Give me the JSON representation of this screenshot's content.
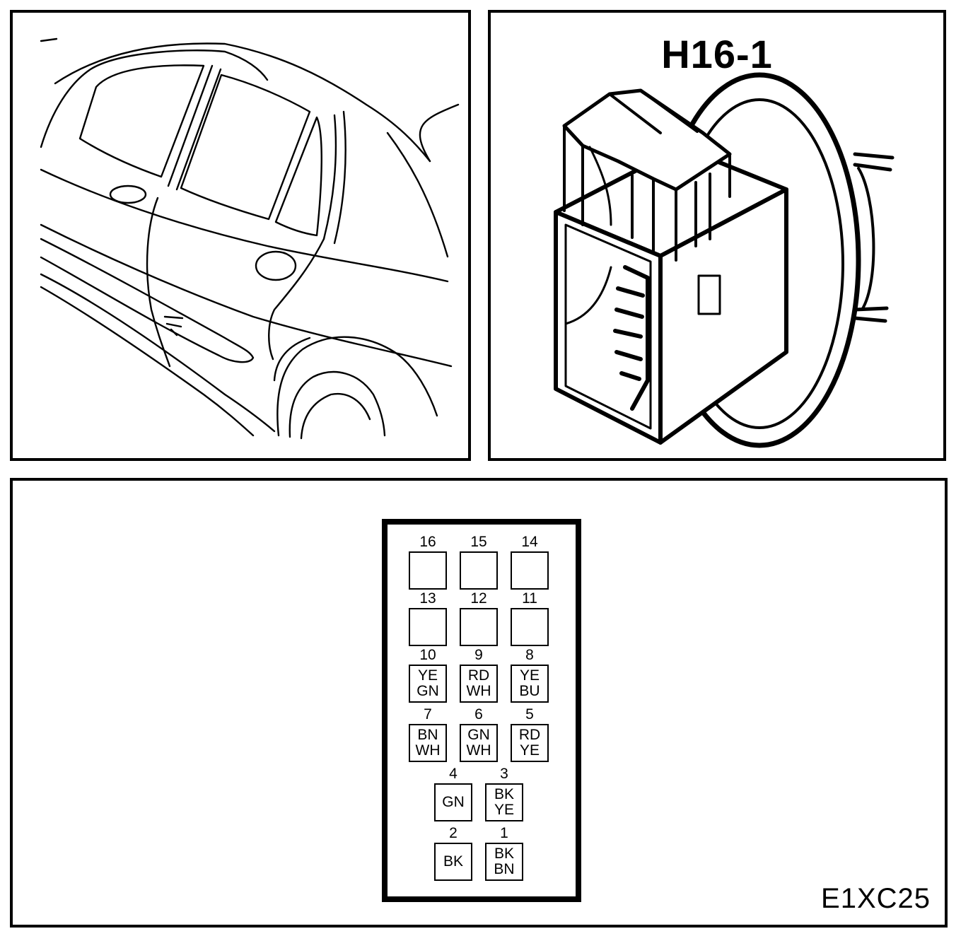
{
  "connector": {
    "title": "H16-1"
  },
  "pins": [
    {
      "num": "16",
      "colors": []
    },
    {
      "num": "15",
      "colors": []
    },
    {
      "num": "14",
      "colors": []
    },
    {
      "num": "13",
      "colors": []
    },
    {
      "num": "12",
      "colors": []
    },
    {
      "num": "11",
      "colors": []
    },
    {
      "num": "10",
      "colors": [
        "YE",
        "GN"
      ]
    },
    {
      "num": "9",
      "colors": [
        "RD",
        "WH"
      ]
    },
    {
      "num": "8",
      "colors": [
        "YE",
        "BU"
      ]
    },
    {
      "num": "7",
      "colors": [
        "BN",
        "WH"
      ]
    },
    {
      "num": "6",
      "colors": [
        "GN",
        "WH"
      ]
    },
    {
      "num": "5",
      "colors": [
        "RD",
        "YE"
      ]
    },
    {
      "num": "4",
      "colors": [
        "GN"
      ]
    },
    {
      "num": "3",
      "colors": [
        "BK",
        "YE"
      ]
    },
    {
      "num": "2",
      "colors": [
        "BK"
      ]
    },
    {
      "num": "1",
      "colors": [
        "BK",
        "BN"
      ]
    }
  ],
  "figure": {
    "code": "E1XC25"
  }
}
